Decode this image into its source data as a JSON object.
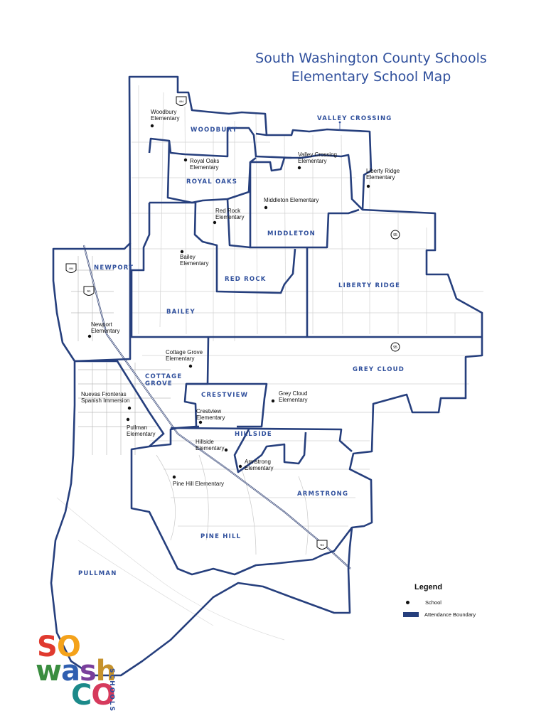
{
  "title": {
    "line1": "South Washington County Schools",
    "line2": "Elementary School Map"
  },
  "districts": [
    "WOODBURY",
    "VALLEY CROSSING",
    "ROYAL OAKS",
    "MIDDLETON",
    "NEWPORT",
    "RED ROCK",
    "LIBERTY RIDGE",
    "BAILEY",
    "GREY CLOUD",
    "COTTAGE GROVE",
    "CRESTVIEW",
    "HILLSIDE",
    "ARMSTRONG",
    "PINE HILL",
    "PULLMAN"
  ],
  "schools": [
    [
      "Woodbury",
      "Elementary"
    ],
    [
      "Royal Oaks",
      "Elementary"
    ],
    [
      "Valley Crossing",
      "Elementary"
    ],
    [
      "Liberty Ridge",
      "Elementary"
    ],
    [
      "Middleton Elementary"
    ],
    [
      "Red Rock",
      "Elementary"
    ],
    [
      "Bailey",
      "Elementary"
    ],
    [
      "Newport",
      "Elementary"
    ],
    [
      "Cottage Grove",
      "Elementary"
    ],
    [
      "Nuevas Fronteras",
      "Spanish Immersion"
    ],
    [
      "Grey Cloud",
      "Elementary"
    ],
    [
      "Crestview",
      "Elementary"
    ],
    [
      "Pullman",
      "Elementary"
    ],
    [
      "Hillside",
      "Elementary"
    ],
    [
      "Armstrong",
      "Elementary"
    ],
    [
      "Pine Hill Elementary"
    ]
  ],
  "highway_shields": [
    "494",
    "61",
    "95",
    "95",
    "61"
  ],
  "legend": {
    "title": "Legend",
    "school": "School",
    "boundary": "Attendance Boundary"
  },
  "logo": {
    "line1": "SO",
    "line2": "wash",
    "line3": "CO",
    "word": "SCHOOLS"
  },
  "colors": {
    "boundary": "#263f7d",
    "label": "#2f4f9c",
    "roads": "#cfcfcf"
  }
}
